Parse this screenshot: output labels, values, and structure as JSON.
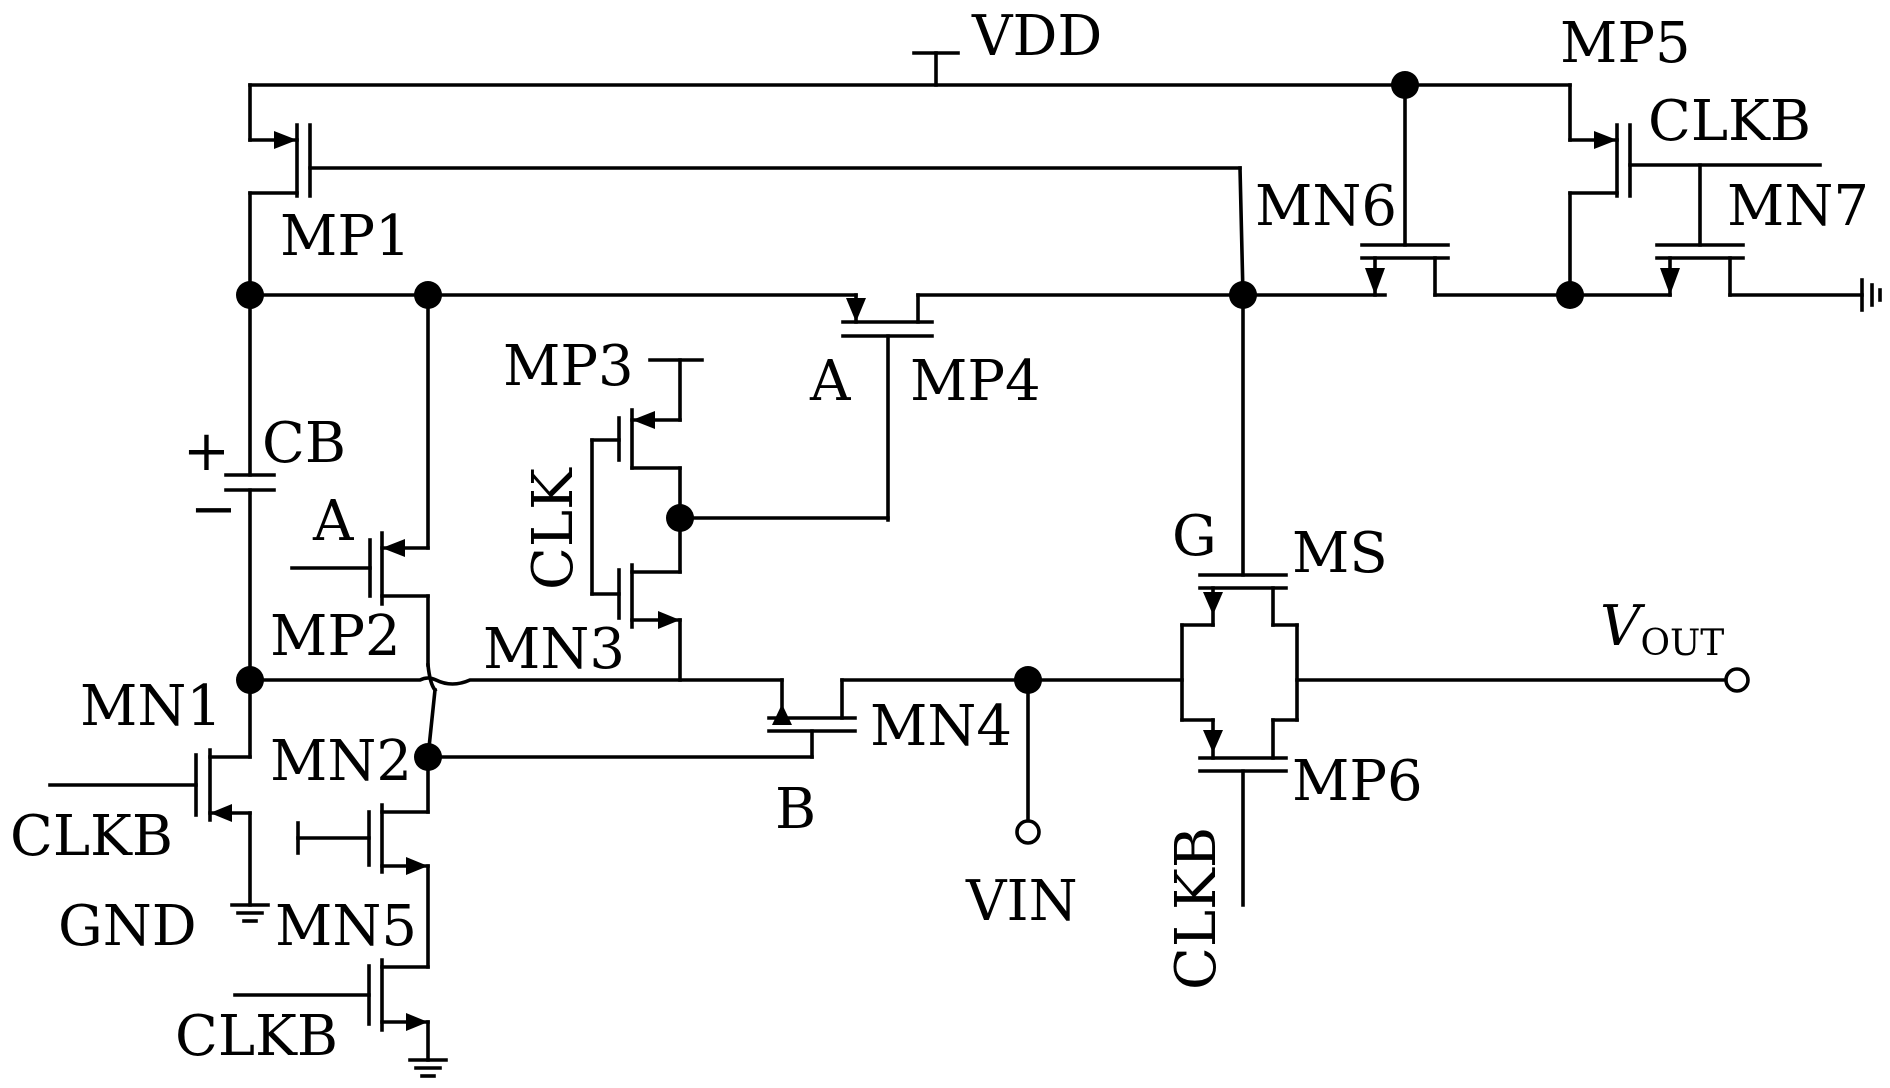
{
  "diagram": {
    "labels": {
      "vdd": "VDD",
      "mp1": "MP1",
      "mp2": "MP2",
      "mp3": "MP3",
      "mp4": "MP4",
      "mp5": "MP5",
      "mp6": "MP6",
      "mn1": "MN1",
      "mn2": "MN2",
      "mn3": "MN3",
      "mn4": "MN4",
      "mn5": "MN5",
      "mn6": "MN6",
      "mn7": "MN7",
      "ms": "MS",
      "cb": "CB",
      "cb_plus": "+",
      "cb_minus": "−",
      "clk": "CLK",
      "clkb_mp5": "CLKB",
      "clkb_mn1": "CLKB",
      "clkb_mn5": "CLKB",
      "clkb_mp6": "CLKB",
      "gnd": "GND",
      "node_a_mp4": "A",
      "node_a_mp2": "A",
      "node_b": "B",
      "node_g": "G",
      "vin": "VIN",
      "vout_main": "V",
      "vout_sub": "OUT"
    }
  }
}
